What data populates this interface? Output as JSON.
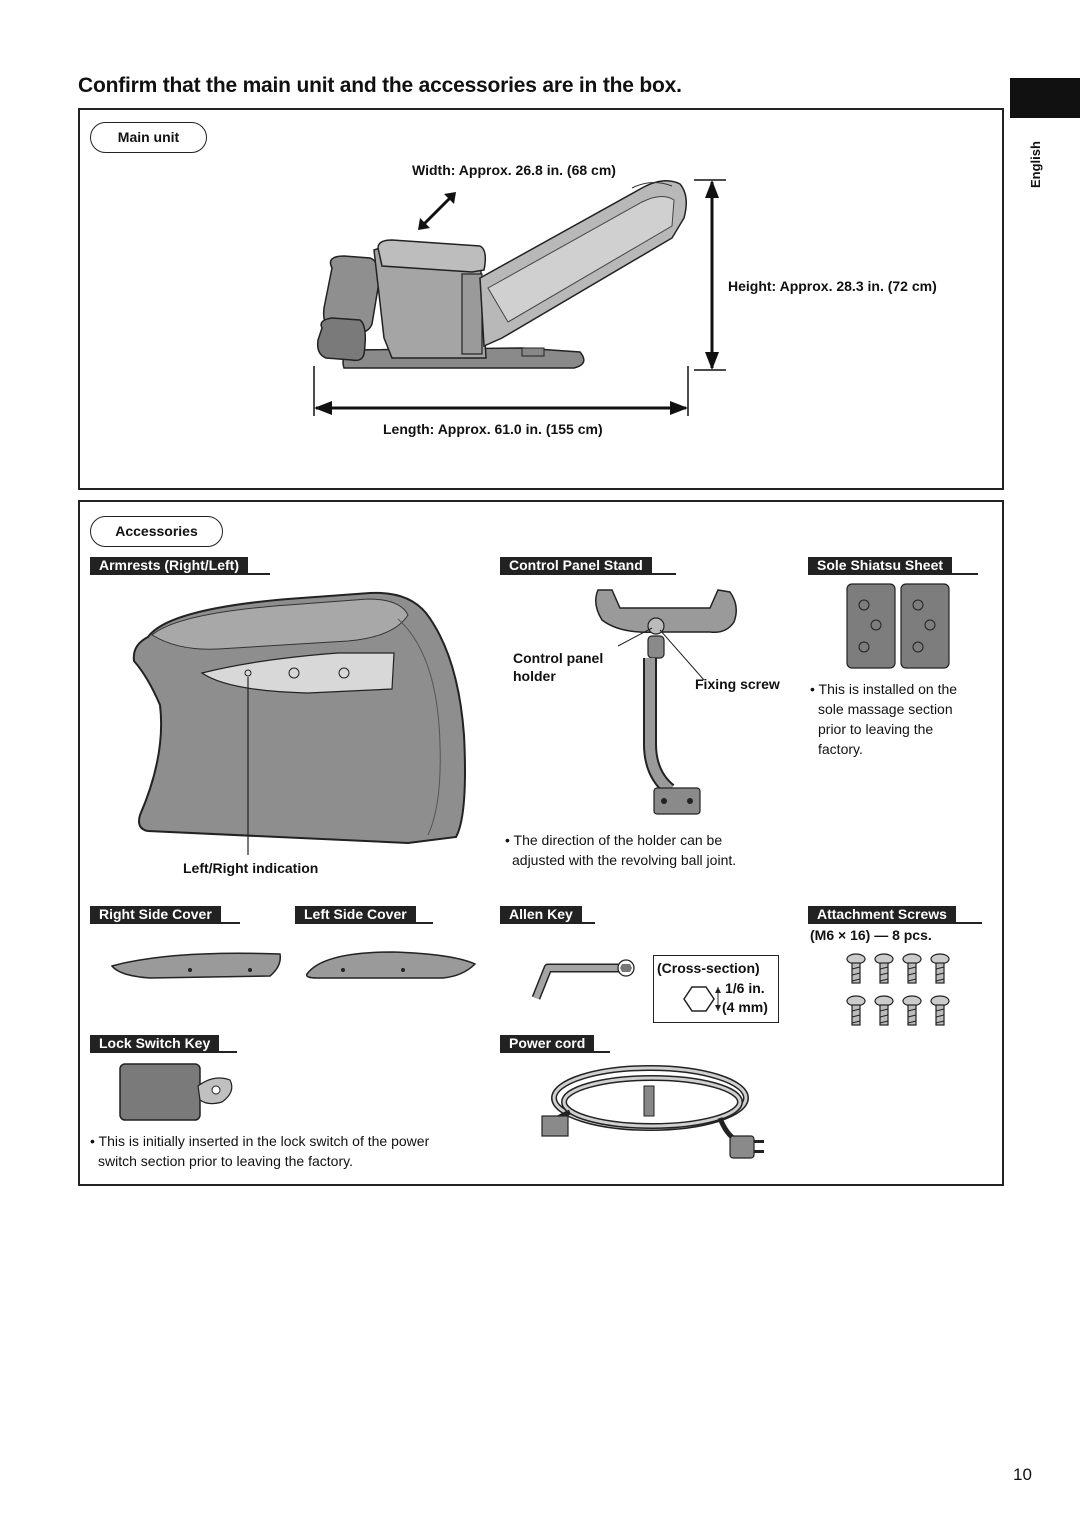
{
  "page": {
    "title": "Confirm that the main unit and the accessories are in the box.",
    "language_tab": "English",
    "page_number": "10"
  },
  "main_unit": {
    "heading": "Main unit",
    "width_label": "Width: Approx. 26.8 in. (68 cm)",
    "height_label": "Height: Approx. 28.3 in. (72 cm)",
    "length_label": "Length: Approx. 61.0 in. (155 cm)"
  },
  "accessories": {
    "heading": "Accessories",
    "armrests": {
      "tag": "Armrests (Right/Left)",
      "indication_label": "Left/Right indication"
    },
    "control_panel_stand": {
      "tag": "Control Panel Stand",
      "holder_label_1": "Control panel",
      "holder_label_2": "holder",
      "screw_label": "Fixing screw",
      "note_1": "• The direction of the holder can be",
      "note_2": "adjusted with the revolving ball joint."
    },
    "sole_sheet": {
      "tag": "Sole Shiatsu Sheet",
      "note_1": "• This is installed on the",
      "note_2": "sole massage section",
      "note_3": "prior to leaving the",
      "note_4": "factory."
    },
    "right_side_cover": {
      "tag": "Right Side Cover"
    },
    "left_side_cover": {
      "tag": "Left Side Cover"
    },
    "allen_key": {
      "tag": "Allen Key",
      "cross_section": "(Cross-section)",
      "size_in": "1/6 in.",
      "size_mm": "(4 mm)"
    },
    "attachment_screws": {
      "tag": "Attachment Screws",
      "spec": "(M6 × 16) — 8 pcs."
    },
    "lock_switch_key": {
      "tag": "Lock Switch Key",
      "note_1": "• This is initially inserted in the lock switch of the power",
      "note_2": "switch section prior to leaving the factory."
    },
    "power_cord": {
      "tag": "Power cord"
    }
  }
}
